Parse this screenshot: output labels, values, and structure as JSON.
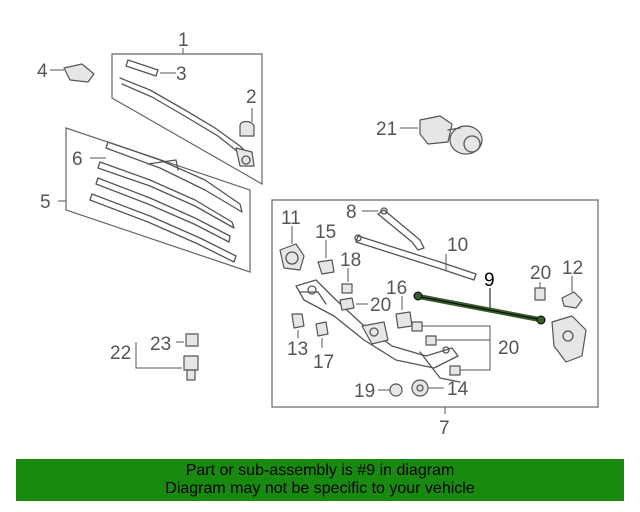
{
  "diagram": {
    "callouts": {
      "c1": "1",
      "c2": "2",
      "c3": "3",
      "c4": "4",
      "c5": "5",
      "c6": "6",
      "c7": "7",
      "c8": "8",
      "c9": "9",
      "c10": "10",
      "c11": "11",
      "c12": "12",
      "c13": "13",
      "c14": "14",
      "c15": "15",
      "c16": "16",
      "c17": "17",
      "c18": "18",
      "c19": "19",
      "c20a": "20",
      "c20b": "20",
      "c20c": "20",
      "c21": "21",
      "c22": "22",
      "c23": "23"
    },
    "highlight_part": "9",
    "highlight_color": "#375c2b"
  },
  "banner": {
    "line1": "Part or sub-assembly is #9 in diagram",
    "line2": "Diagram may not be specific to your vehicle",
    "background": "#188a10"
  }
}
